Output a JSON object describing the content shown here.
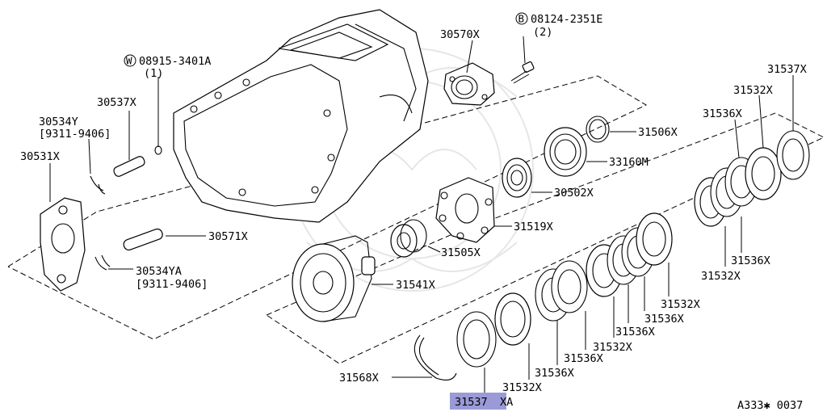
{
  "figure_code": "A333✱ 0037",
  "callouts": {
    "c_30570x": "30570X",
    "c_08124_b": "B",
    "c_08124": "08124-2351E",
    "c_08124_qty": "(2)",
    "c_08915_w": "W",
    "c_08915": "08915-3401A",
    "c_08915_qty": "(1)",
    "c_30537x": "30537X",
    "c_30534y": "30534Y",
    "c_30534y_range": "[9311-9406]",
    "c_30531x": "30531X",
    "c_30571x": "30571X",
    "c_30534ya": "30534YA",
    "c_30534ya_range": "[9311-9406]",
    "c_31506x": "31506X",
    "c_33160m": "33160M",
    "c_30502x": "30502X",
    "c_31519x": "31519X",
    "c_31505x": "31505X",
    "c_31541x": "31541X",
    "c_31537x_top": "31537X",
    "c_31532x_top": "31532X",
    "c_31536x_top": "31536X",
    "c_31536x_r": "31536X",
    "c_31532x_r": "31532X",
    "c_31532x_m1": "31532X",
    "c_31536x_m1": "31536X",
    "c_31536x_m2": "31536X",
    "c_31532x_m2": "31532X",
    "c_31536x_b1": "31536X",
    "c_31536x_b2": "31536X",
    "c_31532x_b": "31532X",
    "c_31568x": "31568X",
    "c_31537xa_hl": "31537",
    "c_31537xa_tail": "XA"
  },
  "colors": {
    "highlight": "#9a9ad8",
    "line": "#000000"
  }
}
